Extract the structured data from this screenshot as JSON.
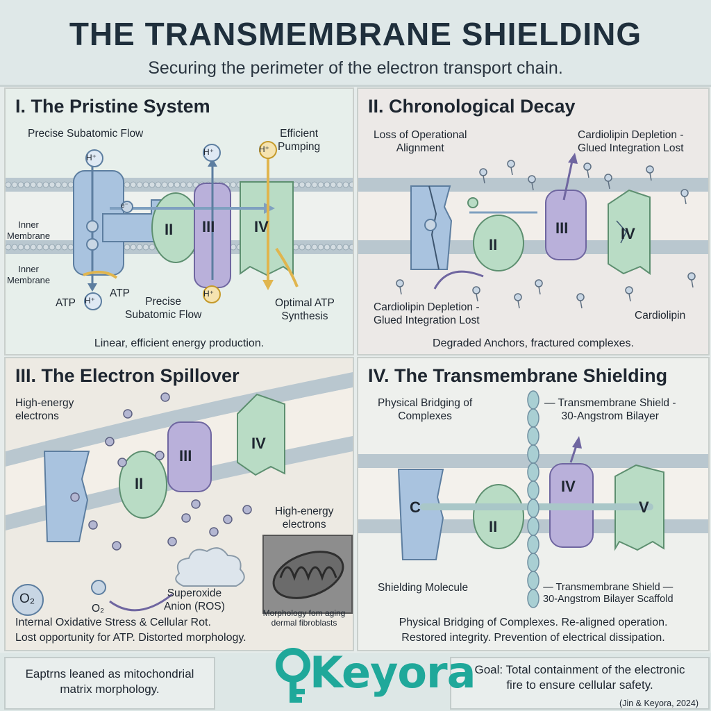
{
  "header": {
    "title": "THE TRANSMEMBRANE SHIELDING",
    "subtitle": "Securing the perimeter of the electron transport chain."
  },
  "panel1": {
    "title": "I. The Pristine System",
    "labels": {
      "flow_top": "Precise Subatomic Flow",
      "efficient_pumping": "Efficient\nPumping",
      "inner_membrane_1": "Inner\nMembrane",
      "inner_membrane_2": "Inner\nMembrane",
      "atp_left": "ATP",
      "atp_right": "ATP",
      "flow_bottom": "Precise\nSubatomic Flow",
      "optimal_atp": "Optimal ATP\nSynthesis"
    },
    "proton": "H⁺",
    "electron": "e⁻",
    "complexes": [
      "II",
      "III",
      "IV"
    ],
    "caption": "Linear, efficient energy production."
  },
  "panel2": {
    "title": "II. Chronological Decay",
    "labels": {
      "loss_alignment": "Loss of Operational\nAlignment",
      "cardio_depletion_top": "Cardiolipin Depletion -\nGlued Integration Lost",
      "cardio_depletion_bottom": "Cardiolipin Depletion -\nGlued Integration Lost",
      "cardiolipin": "Cardiolipin"
    },
    "complexes": [
      "II",
      "III",
      "IV"
    ],
    "caption": "Degraded Anchors, fractured complexes."
  },
  "panel3": {
    "title": "III. The Electron Spillover",
    "labels": {
      "high_energy_1": "High-energy\nelectrons",
      "high_energy_2": "High-energy\nelectrons",
      "o2_big": "O₂",
      "o2_small": "O₂",
      "superoxide": "Superoxide\nAnion (ROS)",
      "micrograph": "Morphology fom aging\ndermal fibroblasts"
    },
    "complexes": [
      "II",
      "III",
      "IV"
    ],
    "caption": "Internal Oxidative Stress & Cellular Rot.\nLost opportunity for ATP. Distorted morphology."
  },
  "panel4": {
    "title": "IV. The Transmembrane Shielding",
    "labels": {
      "bridging": "Physical Bridging of\nComplexes",
      "shield_top": "— Transmembrane Shield -\n30-Angstrom Bilayer",
      "shielding_molecule": "Shielding Molecule",
      "shield_bottom": "— Transmembrane Shield —\n30-Angstrom Bilayer Scaffold"
    },
    "complexes": [
      "C",
      "II",
      "IV",
      "V"
    ],
    "caption": "Physical Bridging of Complexes. Re-aligned operation.\nRestored integrity. Prevention of electrical dissipation."
  },
  "footer": {
    "left": "Eaptrns leaned as mitochondrial\nmatrix morphology.",
    "logo": "Keyora",
    "right": "Goal: Total containment of the electronic\nfire to ensure cellular safety.",
    "citation": "(Jin & Keyora, 2024)"
  },
  "colors": {
    "blue": "#a9c3df",
    "green": "#b9dcc5",
    "purple": "#b9b0da",
    "yellow": "#e6c46c",
    "teal": "#1fa89a",
    "lipid": "#b9c7cf"
  }
}
